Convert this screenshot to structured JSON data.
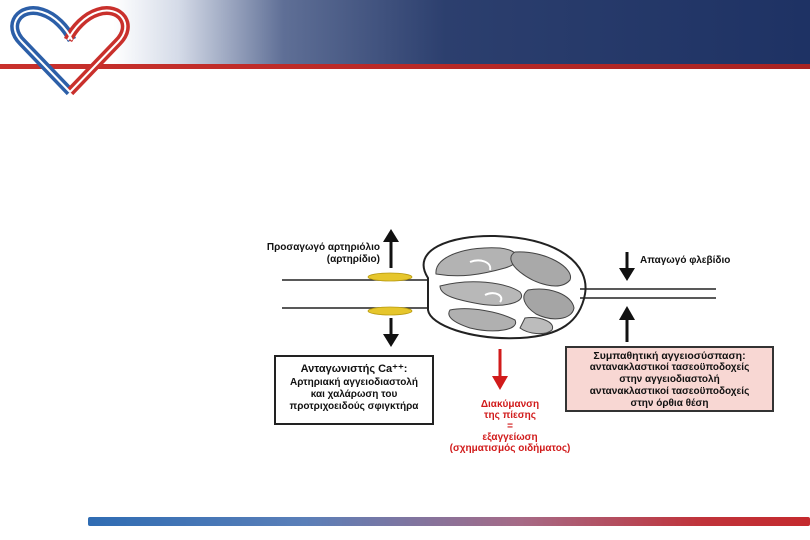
{
  "header": {
    "logo_icon": "interlocked-heart-logo",
    "colors": {
      "red": "#c9302c",
      "navy": "#1e3264",
      "blue": "#2f6cb3"
    }
  },
  "diagram": {
    "afferent_label_line1": "Προσαγωγό αρτηριόλιο",
    "afferent_label_line2": "(αρτηρίδιο)",
    "efferent_label": "Απαγωγό φλεβίδιο",
    "ca_box": {
      "title": "Ανταγωνιστής Ca⁺⁺:",
      "lines": [
        "Αρτηριακή αγγειοδιαστολή",
        "και χαλάρωση του",
        "προτριχοειδούς σφιγκτήρα"
      ]
    },
    "sympathetic_box": {
      "title": "Συμπαθητική αγγειοσύσπαση:",
      "lines": [
        "αντανακλαστικοί τασεοϋποδοχείς",
        "στην αγγειοδιαστολή",
        "αντανακλαστικοί τασεοϋποδοχείς",
        "στην όρθια θέση"
      ]
    },
    "pressure_text": {
      "lines": [
        "Διακύμανση",
        "της πίεσης",
        "=",
        "εξαγγείωση",
        "(σχηματισμός οιδήματος)"
      ]
    }
  }
}
